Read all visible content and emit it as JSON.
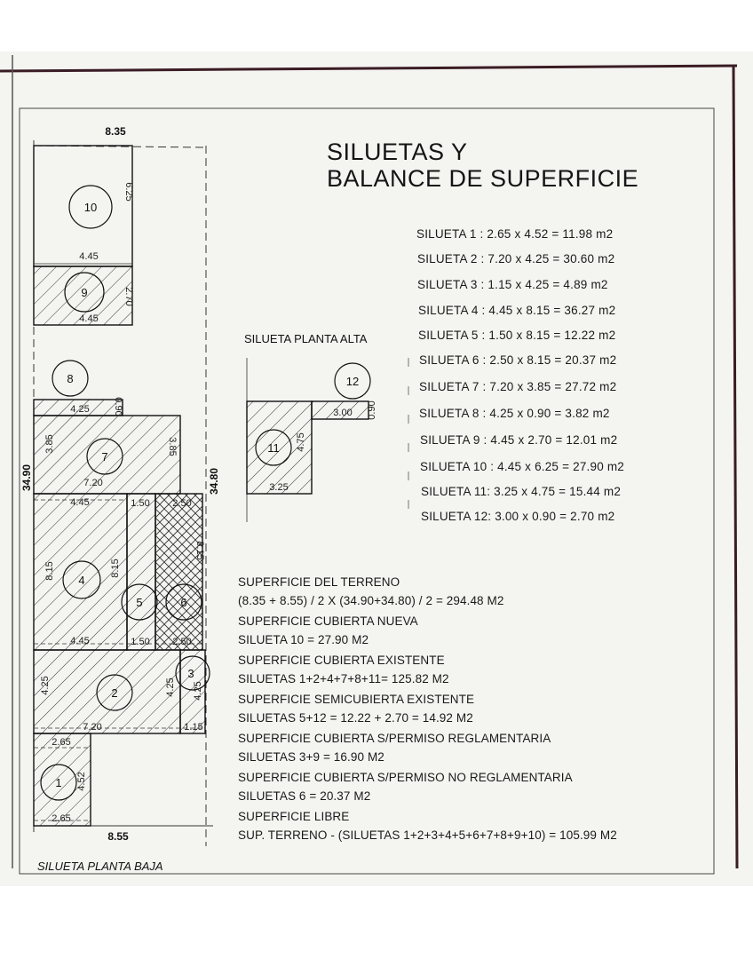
{
  "title": {
    "line1": "SILUETAS Y",
    "line2": "BALANCE DE SUPERFICIE"
  },
  "labels": {
    "upper_plan": "SILUETA PLANTA ALTA",
    "lower_plan": "SILUETA PLANTA BAJA"
  },
  "lot_dimensions": {
    "top": "8.35",
    "bottom": "8.55",
    "left": "34.90",
    "right": "34.80"
  },
  "silhouettes": [
    {
      "id": "1",
      "text": "SILUETA 1  :  2.65 x 4.52 = 11.98 m2"
    },
    {
      "id": "2",
      "text": "SILUETA 2  :  7.20 x 4.25 = 30.60 m2"
    },
    {
      "id": "3",
      "text": "SILUETA 3  :  1.15 x 4.25 = 4.89 m2"
    },
    {
      "id": "4",
      "text": "SILUETA 4  :  4.45 x 8.15 = 36.27 m2"
    },
    {
      "id": "5",
      "text": "SILUETA 5  :  1.50 x 8.15 = 12.22 m2"
    },
    {
      "id": "6",
      "text": "SILUETA 6  :  2.50 x 8.15 = 20.37 m2"
    },
    {
      "id": "7",
      "text": "SILUETA 7  :  7.20 x 3.85 = 27.72 m2"
    },
    {
      "id": "8",
      "text": "SILUETA 8  :  4.25 x 0.90 =   3.82 m2"
    },
    {
      "id": "9",
      "text": "SILUETA 9  :  4.45 x 2.70 = 12.01 m2"
    },
    {
      "id": "10",
      "text": "SILUETA 10  :  4.45 x 6.25 = 27.90 m2"
    },
    {
      "id": "11",
      "text": "SILUETA 11:  3.25 x 4.75 = 15.44 m2"
    },
    {
      "id": "12",
      "text": "SILUETA 12:  3.00 x 0.90 =    2.70 m2"
    }
  ],
  "summary": [
    {
      "heading": "SUPERFICIE DEL TERRENO",
      "value": "(8.35 + 8.55) / 2 X (34.90+34.80) / 2 = 294.48 M2"
    },
    {
      "heading": "SUPERFICIE CUBIERTA NUEVA",
      "value": "SILUETA 10 = 27.90 M2"
    },
    {
      "heading": "SUPERFICIE CUBIERTA EXISTENTE",
      "value": "SILUETAS 1+2+4+7+8+11= 125.82 M2"
    },
    {
      "heading": "SUPERFICIE SEMICUBIERTA EXISTENTE",
      "value": "SILUETAS 5+12 = 12.22 + 2.70 = 14.92 M2"
    },
    {
      "heading": "SUPERFICIE CUBIERTA S/PERMISO REGLAMENTARIA",
      "value": "SILUETAS 3+9   = 16.90 M2"
    },
    {
      "heading": "SUPERFICIE CUBIERTA S/PERMISO NO REGLAMENTARIA",
      "value": "SILUETAS 6  = 20.37 M2"
    },
    {
      "heading": "SUPERFICIE LIBRE",
      "value": "SUP. TERRENO - (SILUETAS 1+2+3+4+5+6+7+8+9+10)  = 105.99 M2"
    }
  ],
  "plan_markers": {
    "b1": "1",
    "b2": "2",
    "b3": "3",
    "b4": "4",
    "b5": "5",
    "b6": "6",
    "b7": "7",
    "b8": "8",
    "b9": "9",
    "b10": "10",
    "b11": "11",
    "b12": "12"
  },
  "plan_dims": {
    "d10_h": "6.25",
    "d10_w": "4.45",
    "d9_h": "2.70",
    "d9_w": "4.45",
    "d8_w": "4.25",
    "d8_h": "0.90",
    "d7_l": "3.85",
    "d7_r": "3.85",
    "d7_w": "7.20",
    "d4_w_top": "4.45",
    "d4_w_bot": "4.45",
    "d4_h_l": "8.15",
    "d4_h_r": "8.15",
    "d5_w_top": "1.50",
    "d5_w_bot": "1.50",
    "d6_w_top": "2.50",
    "d6_w_bot": "2.50",
    "d6_h": "8.15",
    "d2_l": "4.25",
    "d2_r": "4.25",
    "d2_w": "7.20",
    "d3_h": "4.25",
    "d3_w": "1.15",
    "d1_w_top": "2.65",
    "d1_h": "4.52",
    "d1_w_bot": "2.65",
    "d11_h": "4.75",
    "d11_w": "3.25",
    "d12_w": "3.00",
    "d12_h": "0.90"
  }
}
